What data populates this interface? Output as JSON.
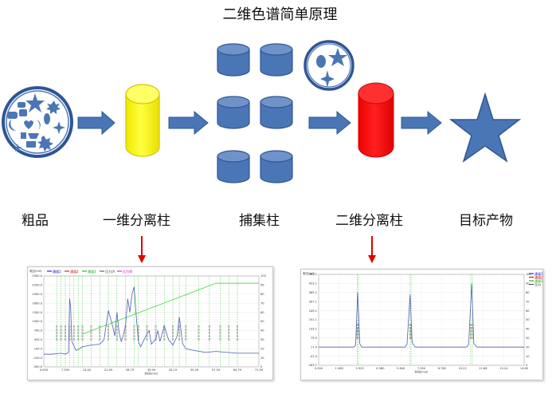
{
  "title": "二维色谱简单原理",
  "labels": {
    "crude": "粗品",
    "dim1": "一维分离柱",
    "trap": "捕集柱",
    "dim2": "二维分离柱",
    "product": "目标产物"
  },
  "colors": {
    "shape_blue": "#4a76b5",
    "shape_stroke": "#2f5597",
    "yellow_column": "#ffff00",
    "red_column": "#ff0000",
    "arrow_red": "#e00000"
  },
  "icons": {
    "crude": "mixed-shapes-circle-icon",
    "arrow": "right-arrow-icon",
    "column1": "yellow-cylinder-icon",
    "trap": "blue-cylinder-icon",
    "mixed": "mixed-shapes-small-circle-icon",
    "column2": "red-cylinder-icon",
    "product": "star-icon",
    "pointer": "down-arrow-icon"
  },
  "charts": [
    {
      "legend": [
        "通道1",
        "通道2",
        "通道3",
        "压力/A",
        "压力/B"
      ],
      "x_ticks": [
        "0.000",
        "7.290",
        "14.40",
        "21.59",
        "28.79",
        "35.99",
        "43.19",
        "50.39",
        "57.59",
        "64.79",
        "71.99"
      ],
      "y_left_ticks": [
        "2500.0",
        "2200.0",
        "1900.0",
        "1600.0",
        "1300.0",
        "1000.0",
        "700.0",
        "400.0",
        "100.0",
        "-100.0",
        "-500.0"
      ],
      "y_right_ticks": [
        "100",
        "90",
        "80",
        "70",
        "60",
        "50",
        "40",
        "30",
        "20",
        "10",
        "0"
      ],
      "xlabel": "时间(min)",
      "ylabel": "电压(mV)"
    },
    {
      "legend": [
        "通道1",
        "通道2",
        "通道3",
        "压力"
      ],
      "x_ticks": [
        "0.000",
        "1.460",
        "2.920",
        "4.380",
        "5.840",
        "7.300",
        "8.760",
        "10.22",
        "11.68",
        "13.14",
        "14.60"
      ],
      "y_left_ticks": [
        "481.1",
        "423.1",
        "365.1",
        "307.1",
        "249.1",
        "191.1",
        "133.1",
        "75.0",
        "17.0",
        "-41.0",
        "-183.1"
      ],
      "y_right_ticks": [
        "100",
        "90",
        "80",
        "70",
        "60",
        "50",
        "40",
        "30",
        "20",
        "10",
        "0"
      ],
      "xlabel": "时间(min)",
      "ylabel": "电压(mV)"
    }
  ]
}
